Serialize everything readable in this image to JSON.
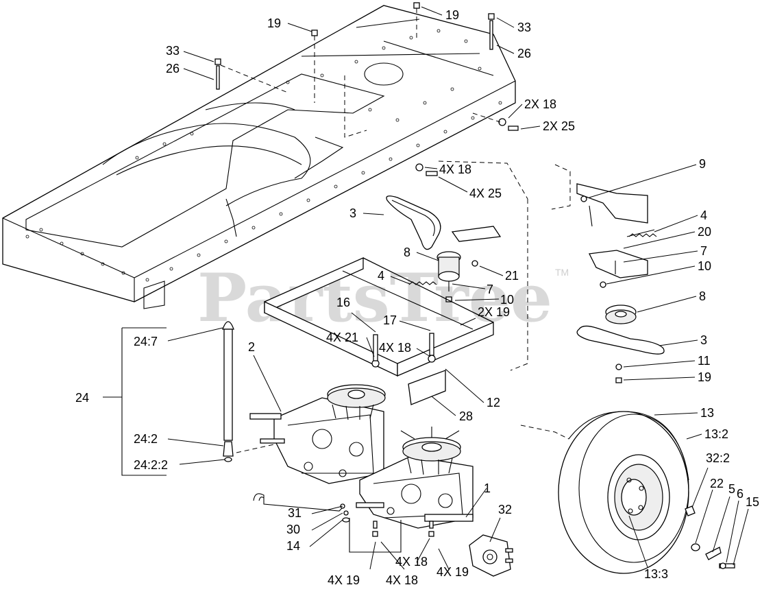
{
  "watermark": {
    "text": "PartsTree",
    "trademark": "TM"
  },
  "callouts": [
    "19",
    "19",
    "33",
    "33",
    "26",
    "26",
    "2X 18",
    "2X 25",
    "4X 18",
    "4X 25",
    "9",
    "3",
    "8",
    "4",
    "7",
    "10",
    "21",
    "16",
    "17",
    "4X 21",
    "4X 18",
    "2X 19",
    "4",
    "20",
    "7",
    "10",
    "8",
    "3",
    "11",
    "19",
    "24:7",
    "24",
    "24:2",
    "24:2:2",
    "2",
    "12",
    "28",
    "13",
    "13:2",
    "32:2",
    "22",
    "5",
    "6",
    "15",
    "13:3",
    "1",
    "32",
    "31",
    "30",
    "14",
    "4X 19",
    "4X 18",
    "4X 18",
    "4X 19"
  ]
}
